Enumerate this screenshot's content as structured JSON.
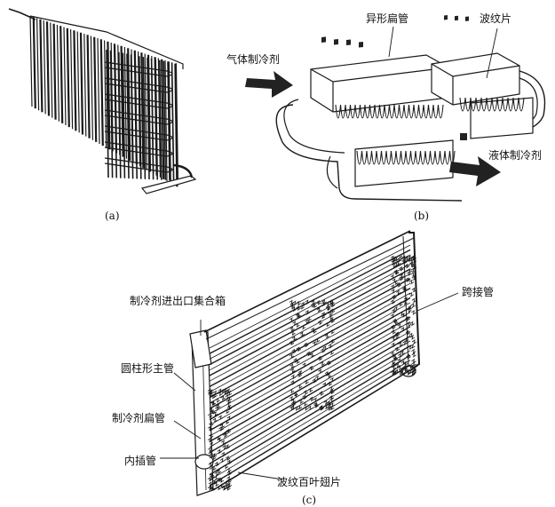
{
  "figure_a": {
    "caption": "(a)"
  },
  "figure_b": {
    "caption": "(b)",
    "labels": {
      "gas_refrigerant": "气体制冷剂",
      "shaped_flat_tube": "异形扁管",
      "corrugated_fin": "波纹片",
      "liquid_refrigerant": "液体制冷剂"
    }
  },
  "figure_c": {
    "caption": "(c)",
    "labels": {
      "header_box": "制冷剂进出口集合箱",
      "jumper_tube": "跨接管",
      "cylindrical_main_tube": "圆柱形主管",
      "refrigerant_flat_tube": "制冷剂扁管",
      "insert_tube": "内插管",
      "louvered_fin": "波纹百叶翅片"
    }
  },
  "colors": {
    "line": "#1a1a1a",
    "fill_light": "#ffffff",
    "fill_dark": "#222222"
  }
}
